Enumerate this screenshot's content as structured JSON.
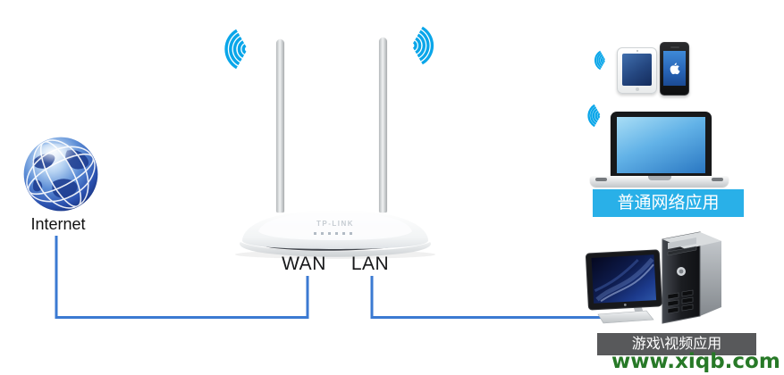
{
  "labels": {
    "internet": "Internet",
    "wan": "WAN",
    "lan": "LAN"
  },
  "router": {
    "brand": "TP-LINK"
  },
  "banners": {
    "normal": {
      "text": "普通网络应用",
      "bg": "#29b0e8",
      "fg": "#ffffff"
    },
    "game_video": {
      "text": "游戏\\视频应用",
      "bg": "#58595b",
      "fg": "#ffffff"
    }
  },
  "watermark": {
    "text": "www.xiqb.com",
    "color": "#277927"
  },
  "colors": {
    "wifi_signal": "#0aa6e9",
    "cable": "#3b7ad2",
    "globe_ocean": "#2a50ae",
    "device_screen_blue": "#2a77c2"
  },
  "icons": {
    "globe": "internet-globe-icon",
    "wifi": "wifi-signal-icon",
    "tablet": "tablet-icon",
    "phone": "smartphone-icon",
    "laptop": "laptop-icon",
    "desktop": "desktop-computer-icon",
    "router": "wireless-router-image"
  }
}
